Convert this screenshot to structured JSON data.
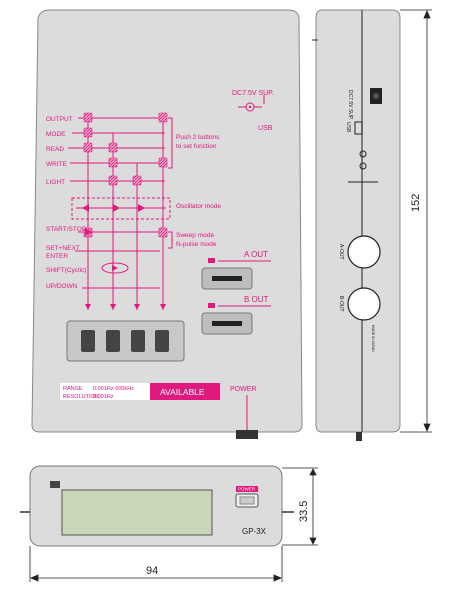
{
  "front": {
    "left_labels": [
      "OUTPUT",
      "MODE",
      "READ",
      "WRITE",
      "LIGHT"
    ],
    "push_note_1": "Push 2 buttons",
    "push_note_2": "to set function",
    "osc_mode": "Oscillator mode",
    "start_stop": "START/STOP",
    "set_next": "SET+NEXT",
    "enter": "ENTER",
    "shift_cyclic": "SHIFT(Cyclic)",
    "up_down": "UP/DOWN",
    "sweep_mode": "Sweep mode",
    "npulse_mode": "N-pulse mode",
    "a_out": "A OUT",
    "b_out": "B OUT",
    "dc_sup": "DC7.5V SUP.",
    "usb": "USB",
    "range_label": "RANGE",
    "resolution_label": "RESOLUTION",
    "range_value": "0.001Hz-600kHz",
    "resolution_value": "0.001Hz",
    "available": "AVAILABLE",
    "power": "POWER"
  },
  "side": {
    "dc_sup": "DC7.5V SUP.",
    "usb": "USB",
    "a_out": "A-OUT",
    "b_out": "B-OUT",
    "made_in": "MADE IN JAPAN",
    "height_dim": "152"
  },
  "bottom": {
    "power": "POWER",
    "model": "GP-3X",
    "depth_dim": "33.5",
    "width_dim": "94"
  },
  "colors": {
    "accent": "#e0197d",
    "case": "#dcdcdc",
    "case_dark": "#bdbdbd",
    "lcd": "#c9d6b7"
  }
}
